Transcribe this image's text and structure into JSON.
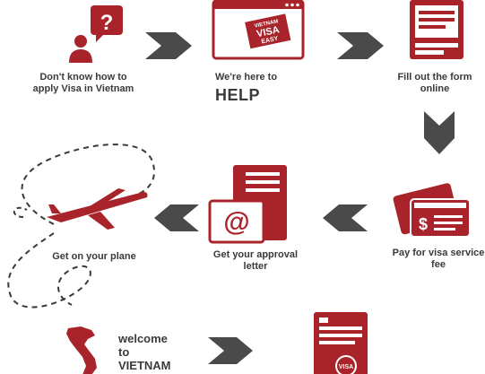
{
  "steps": {
    "ask": {
      "label_line1": "Don't know how to",
      "label_line2": "apply Visa in Vietnam"
    },
    "help": {
      "label_line1": "We're here to",
      "label_big": "HELP",
      "logo_line1": "VIETNAM",
      "logo_line2": "VISA",
      "logo_line3": "EASY"
    },
    "form": {
      "label_line1": "Fill out the form",
      "label_line2": "online"
    },
    "pay": {
      "label_line1": "Pay for visa service",
      "label_line2": "fee"
    },
    "approval": {
      "label_line1": "Get your approval",
      "label_line2": "letter"
    },
    "plane": {
      "label": "Get  on your plane"
    },
    "welcome": {
      "line1": "welcome",
      "line2": "to",
      "line3": "VIETNAM"
    },
    "final": {
      "badge": "VISA"
    }
  },
  "icons": {
    "question": "question-mark",
    "at": "@",
    "currency": "$"
  },
  "colors": {
    "brand_red": "#a8232a",
    "arrow_gray": "#4a4a4a",
    "text_dark": "#3a3a3a"
  }
}
